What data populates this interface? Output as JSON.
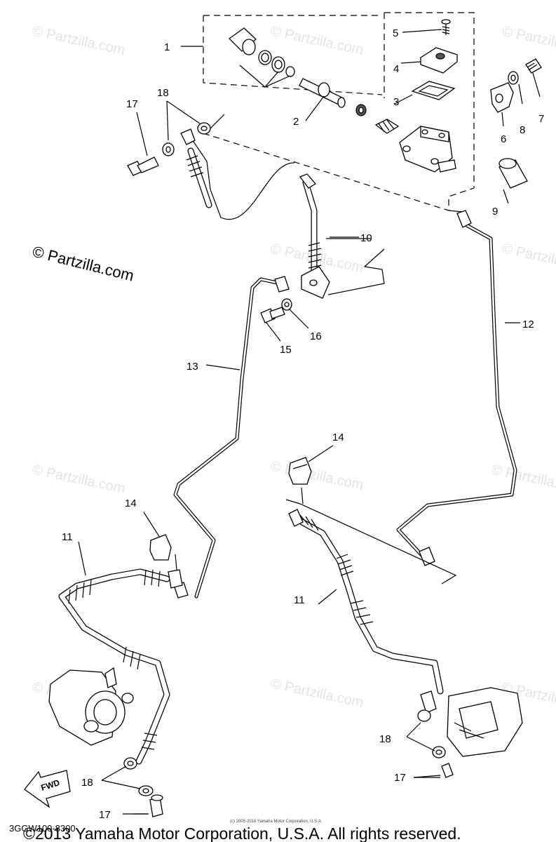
{
  "watermark": {
    "site_label": "© Partzilla.com",
    "site_label_large": "© Partzilla.com"
  },
  "callouts": {
    "c1": "1",
    "c2": "2",
    "c3": "3",
    "c4": "4",
    "c5": "5",
    "c6": "6",
    "c7": "7",
    "c8": "8",
    "c9": "9",
    "c10": "10",
    "c11a": "11",
    "c11b": "11",
    "c12": "12",
    "c13": "13",
    "c14a": "14",
    "c14b": "14",
    "c15": "15",
    "c16": "16",
    "c17a": "17",
    "c17b": "17",
    "c17c": "17",
    "c18a": "18",
    "c18b": "18",
    "c18c": "18"
  },
  "fwd_label": "FWD",
  "diagram_code": "3GGW100-8300",
  "small_notice": "(c) 2005-2016 Yamaha Motor Corporation, U.S.A.",
  "copyright": "©2013 Yamaha Motor Corporation, U.S.A. All rights reserved."
}
